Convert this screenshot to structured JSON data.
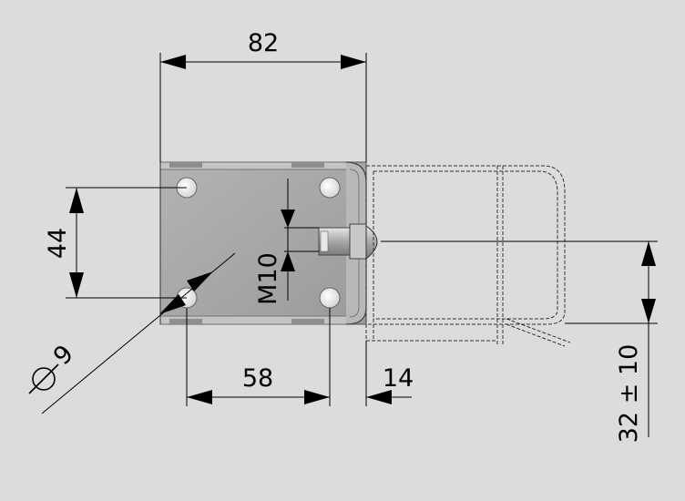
{
  "dimensions": {
    "width_82": "82",
    "height_44": "44",
    "hole_dia": "9",
    "hole_spacing_58": "58",
    "offset_14": "14",
    "thread": "M10",
    "adjust": "32 ± 10"
  },
  "colors": {
    "background": "#dcdcdc",
    "plate": "#a9a9a9",
    "plate_dark": "#8a8a8a",
    "line": "#000000"
  }
}
